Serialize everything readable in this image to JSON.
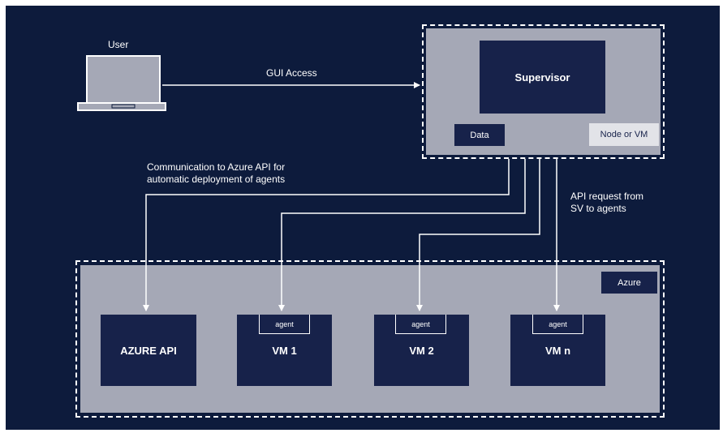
{
  "user_label": "User",
  "gui_access_label": "GUI Access",
  "supervisor": {
    "title": "Supervisor",
    "data_label": "Data",
    "node_label": "Node or VM"
  },
  "comm_label_line1": "Communication to Azure API for",
  "comm_label_line2": "automatic deployment of agents",
  "api_req_line1": "API request from",
  "api_req_line2": "SV to agents",
  "azure": {
    "label": "Azure",
    "api_label": "AZURE API",
    "vms": [
      {
        "name": "VM 1",
        "agent": "agent"
      },
      {
        "name": "VM 2",
        "agent": "agent"
      },
      {
        "name": "VM n",
        "agent": "agent"
      }
    ]
  },
  "colors": {
    "background": "#0d1b3c",
    "panel": "#a5a8b6",
    "box": "#17224a",
    "line": "#ffffff"
  }
}
